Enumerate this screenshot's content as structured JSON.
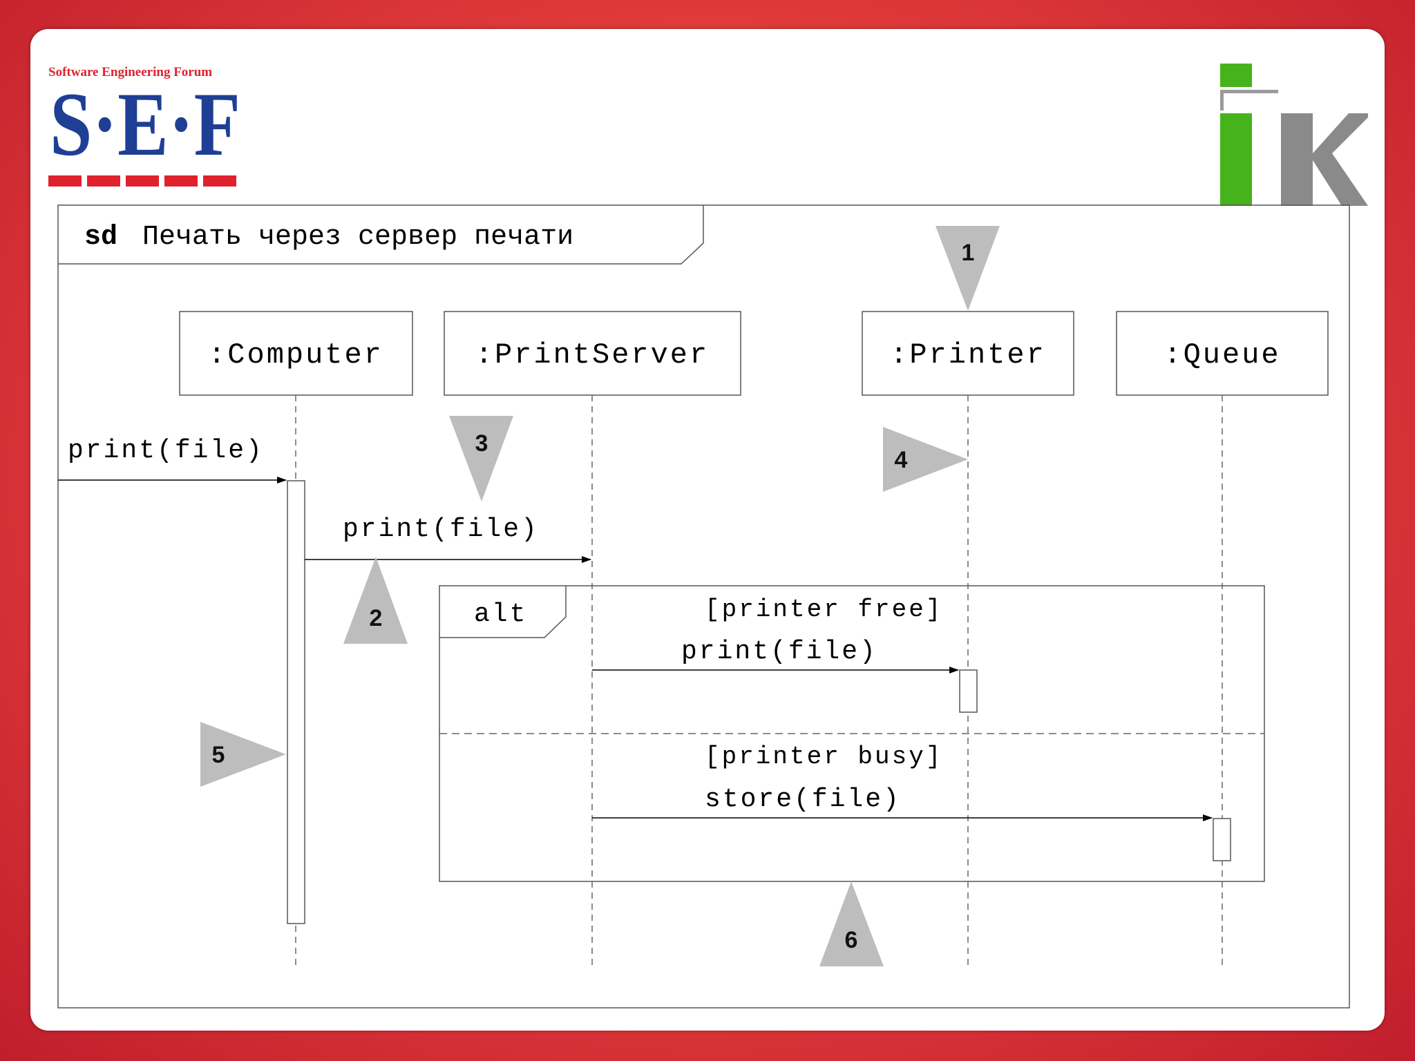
{
  "logos": {
    "sef_caption": "Software Engineering Forum",
    "sef_mark": "S·E·F",
    "ik_mark": "iK",
    "colors": {
      "sef_red": "#e0212e",
      "sef_blue": "#1f3f95",
      "ik_green": "#47b31c",
      "ik_gray": "#8a8a8a"
    }
  },
  "diagram": {
    "frame_keyword": "sd",
    "frame_title": "Печать через сервер печати",
    "lifelines": [
      {
        "id": "computer",
        "label": ":Computer"
      },
      {
        "id": "printserver",
        "label": ":PrintServer"
      },
      {
        "id": "printer",
        "label": ":Printer"
      },
      {
        "id": "queue",
        "label": ":Queue"
      }
    ],
    "messages": [
      {
        "label": "print(file)",
        "from": "outside",
        "to": "computer"
      },
      {
        "label": "print(file)",
        "from": "computer",
        "to": "printserver"
      },
      {
        "label": "print(file)",
        "from": "printserver",
        "to": "printer"
      },
      {
        "label": "store(file)",
        "from": "printserver",
        "to": "queue"
      }
    ],
    "fragment": {
      "operator": "alt",
      "guard_1": "[printer free]",
      "guard_2": "[printer busy]"
    },
    "markers": [
      "1",
      "2",
      "3",
      "4",
      "5",
      "6"
    ]
  }
}
